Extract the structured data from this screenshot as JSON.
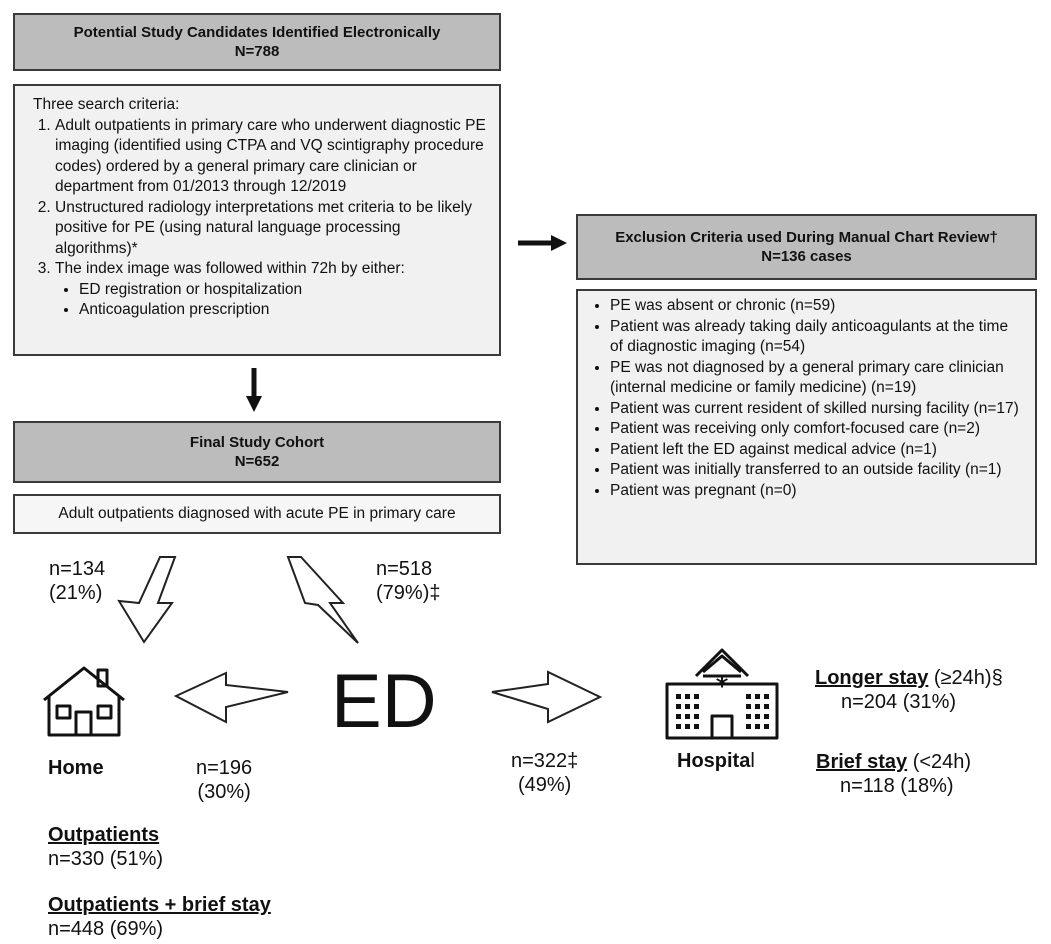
{
  "top_box": {
    "title": "Potential Study Candidates Identified Electronically",
    "count": "N=788"
  },
  "criteria": {
    "intro": "Three search criteria:",
    "items": [
      "Adult outpatients in primary care who underwent diagnostic PE imaging (identified using CTPA and VQ scintigraphy procedure codes) ordered by a general primary care clinician or department from 01/2013 through 12/2019",
      "Unstructured radiology interpretations met criteria to be likely positive for PE (using natural language processing algorithms)*",
      "The index image was followed within 72h by either:"
    ],
    "sub_items": [
      "ED registration or hospitalization",
      "Anticoagulation prescription"
    ]
  },
  "exclusion": {
    "title": "Exclusion Criteria used During Manual Chart Review†",
    "count": "N=136 cases",
    "items": [
      "PE was absent or chronic (n=59)",
      "Patient was already taking daily anticoagulants at the time of diagnostic imaging (n=54)",
      "PE was not diagnosed by a general primary care clinician (internal medicine or family medicine) (n=19)",
      "Patient was current resident of skilled nursing facility (n=17)",
      "Patient was receiving only comfort-focused care (n=2)",
      "Patient left the ED against medical advice (n=1)",
      "Patient was initially transferred to an outside facility (n=1)",
      "Patient was pregnant (n=0)"
    ]
  },
  "cohort": {
    "title": "Final Study Cohort",
    "count": "N=652",
    "description": "Adult outpatients diagnosed with acute PE in primary care"
  },
  "flows": {
    "home_direct": {
      "n": "n=134",
      "pct": "(21%)"
    },
    "ed_direct": {
      "n": "n=518",
      "pct": "(79%)‡"
    },
    "ed_to_home": {
      "n": "n=196",
      "pct": "(30%)"
    },
    "ed_to_hospital": {
      "n": "n=322‡",
      "pct": "(49%)"
    }
  },
  "nodes": {
    "ed": "ED",
    "home": "Home",
    "hospital_main": "Hospita",
    "hospital_tail": "l"
  },
  "hospital_stays": {
    "longer": {
      "label": "Longer stay",
      "suffix": " (≥24h)§",
      "value": "n=204 (31%)"
    },
    "brief": {
      "label": "Brief stay",
      "suffix": " (<24h)",
      "value": "n=118 (18%)"
    }
  },
  "summary": {
    "outpatients": {
      "label": "Outpatients",
      "value": "n=330 (51%)"
    },
    "outpatients_brief": {
      "label": "Outpatients + brief stay",
      "value": "n=448 (69%)"
    }
  },
  "icons": [
    "house-icon",
    "hospital-icon",
    "arrow-right-icon",
    "arrow-down-icon",
    "hollow-arrow-icon"
  ]
}
